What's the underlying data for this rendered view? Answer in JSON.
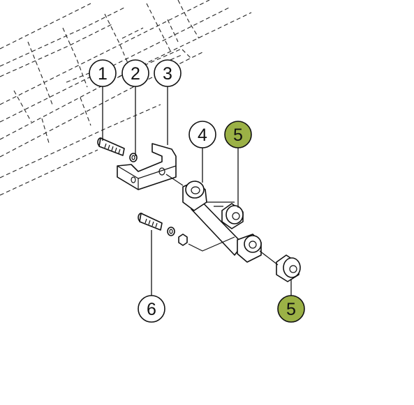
{
  "diagram": {
    "callouts": [
      {
        "id": "c1",
        "label": "1",
        "highlight": false
      },
      {
        "id": "c2",
        "label": "2",
        "highlight": false
      },
      {
        "id": "c3",
        "label": "3",
        "highlight": false
      },
      {
        "id": "c4",
        "label": "4",
        "highlight": false
      },
      {
        "id": "c5a",
        "label": "5",
        "highlight": true
      },
      {
        "id": "c6",
        "label": "6",
        "highlight": false
      },
      {
        "id": "c5b",
        "label": "5",
        "highlight": true
      }
    ],
    "colors": {
      "highlight_fill": "#9bb146",
      "normal_fill": "#ffffff",
      "stroke": "#111111"
    }
  }
}
